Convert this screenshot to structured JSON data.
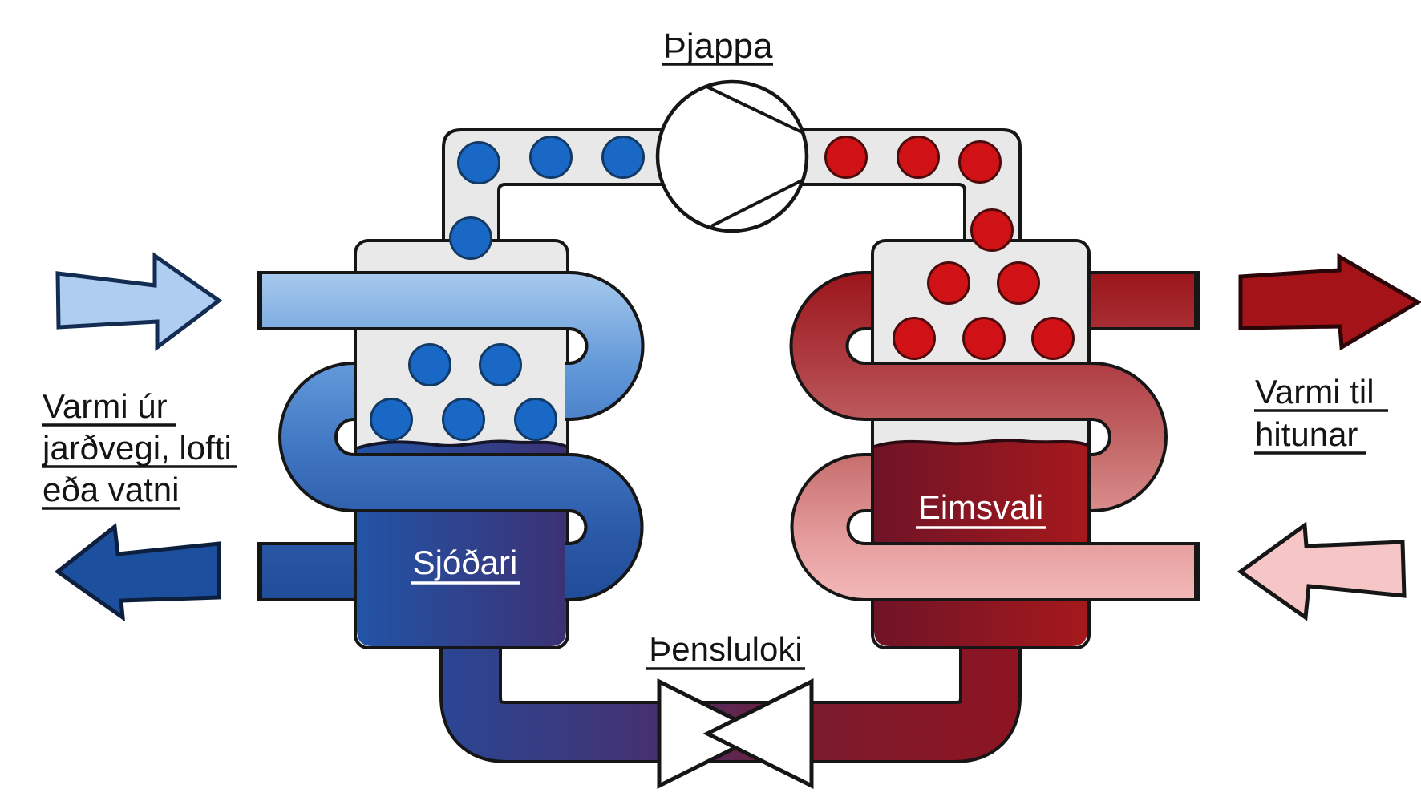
{
  "labels": {
    "compressor": "Þjappa",
    "expansion_valve": "Þensluloki",
    "evaporator": "Sjóðari",
    "condenser": "Eimsvali",
    "heat_source": [
      "Varmi úr",
      "jarðvegi, lofti",
      "eða vatni"
    ],
    "heat_output": [
      "Varmi til",
      "hitunar"
    ]
  },
  "icons": {
    "compressor": "circle-with-converging-chords",
    "expansion_valve": "bowtie-valve",
    "flow_arrows": "block-arrows"
  },
  "colors": {
    "heat_in_arrow": "#aecdf0",
    "cold_out_arrow": "#1d4f9f",
    "heat_out_arrow": "#a31318",
    "return_in_arrow": "#f6c6c6",
    "cold_bubble": "#1a68c6",
    "hot_bubble": "#d01217",
    "pipe_gray": "#e8e8e8",
    "outline": "#161616",
    "cold_coil_start": "#a8caee",
    "cold_coil_end": "#1f4c98",
    "hot_coil_start": "#9a151a",
    "hot_coil_end": "#f4baba",
    "evap_liquid_start": "#2254a6",
    "evap_liquid_end": "#3c3174",
    "cond_liquid_start": "#6f1427",
    "cond_liquid_end": "#a6191c",
    "bottom_pipe_navy": "#2a4694",
    "bottom_pipe_purple": "#453170",
    "bottom_pipe_red": "#8e1422"
  }
}
